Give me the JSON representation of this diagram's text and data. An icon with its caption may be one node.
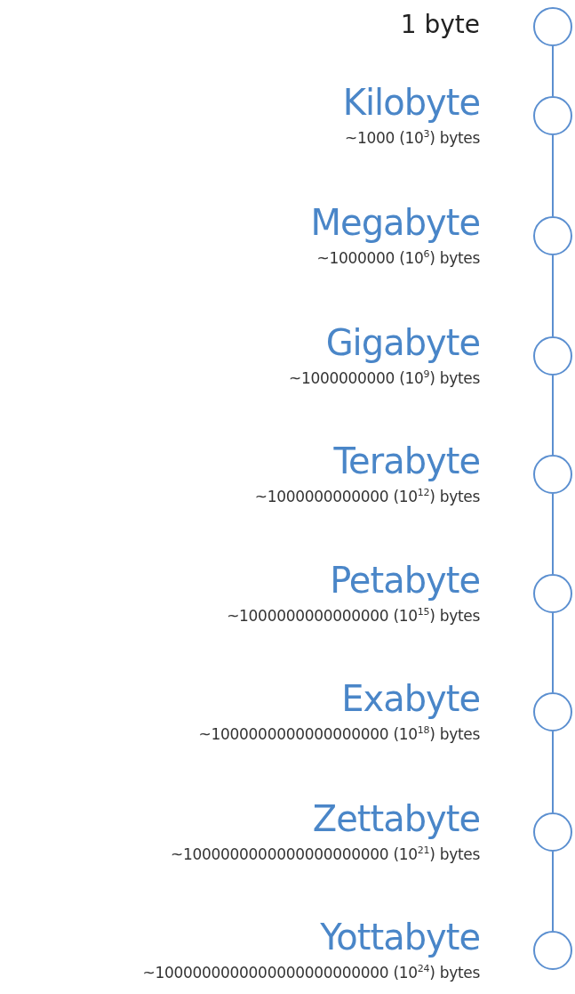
{
  "diagram": {
    "nodes": [
      {
        "text": [],
        "shape": "circle",
        "beside": [
          "1 byte"
        ]
      },
      {
        "text": [],
        "shape": "circle",
        "beside": [
          "Kilobyte",
          "~1000 (10$^{3}$) bytes"
        ]
      },
      {
        "text": [],
        "shape": "circle",
        "beside": [
          "Megabyte",
          "~1000000 (10$^{6}$) bytes"
        ]
      },
      {
        "text": [],
        "shape": "circle",
        "beside": [
          "Gigabyte",
          "~1000000000 (10$^{9}$) bytes"
        ]
      },
      {
        "text": [],
        "shape": "circle",
        "beside": [
          "Terabyte",
          "~1000000000000 (10$^{12}$) bytes"
        ]
      },
      {
        "text": [],
        "shape": "circle",
        "beside": [
          "Petabyte",
          "~1000000000000000 (10$^{15}$) bytes"
        ]
      },
      {
        "text": [],
        "shape": "circle",
        "beside": [
          "Exabyte",
          "~1000000000000000000 (10$^{18}$) bytes"
        ]
      },
      {
        "text": [],
        "shape": "circle",
        "beside": [
          "Zettabyte",
          "~1000000000000000000000 (10$^{21}$) bytes"
        ]
      },
      {
        "text": [],
        "shape": "circle",
        "beside": [
          "Yottabyte",
          "~1000000000000000000000000 (10$^{24}$) bytes"
        ]
      }
    ],
    "edges": [
      {
        "from": 0,
        "to": 1,
        "arrow": "none"
      },
      {
        "from": 1,
        "to": 2,
        "arrow": "none"
      },
      {
        "from": 2,
        "to": 3,
        "arrow": "none"
      },
      {
        "from": 3,
        "to": 4,
        "arrow": "none"
      },
      {
        "from": 4,
        "to": 5,
        "arrow": "none"
      },
      {
        "from": 5,
        "to": 6,
        "arrow": "none"
      },
      {
        "from": 6,
        "to": 7,
        "arrow": "none"
      },
      {
        "from": 7,
        "to": 8,
        "arrow": "none"
      }
    ]
  }
}
